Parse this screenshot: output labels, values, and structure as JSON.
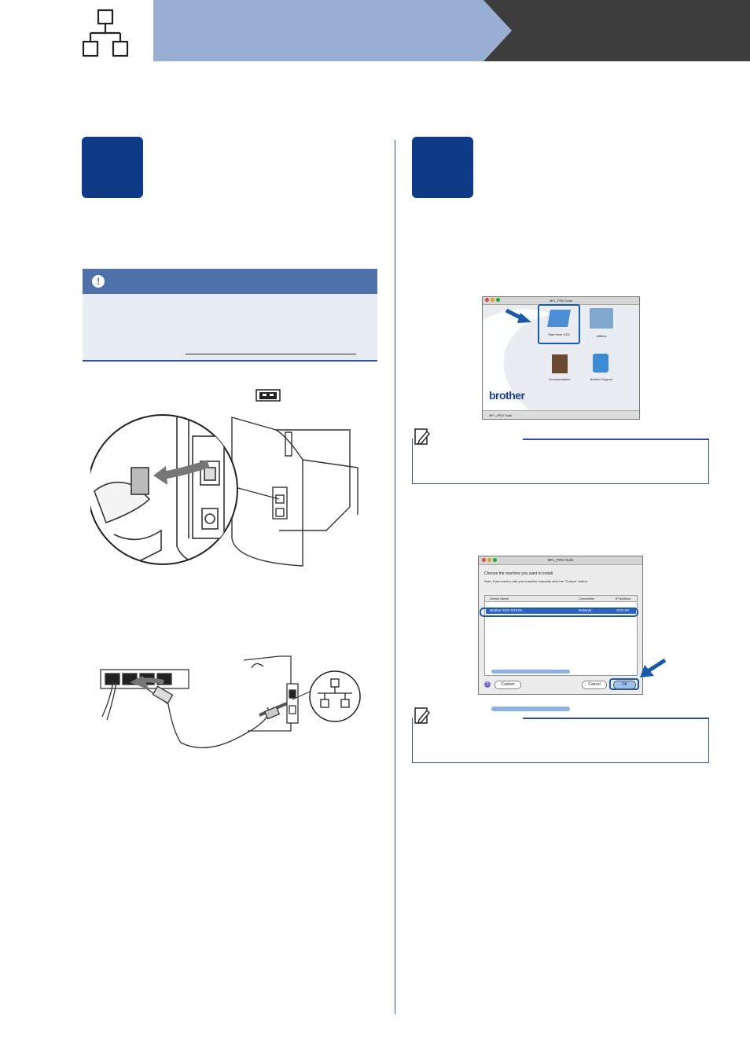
{
  "header": {
    "icon": "wired-network-icon"
  },
  "steps": {
    "left": {
      "badge_color": "#0f3a86"
    },
    "right": {
      "badge_color": "#0f3a86"
    }
  },
  "important": {
    "icon": "exclamation-icon"
  },
  "mfl_window": {
    "title": "MFL_PRO Suite",
    "items": [
      "Start Here OSX",
      "Utilities",
      "Documentation",
      "Brother Support"
    ],
    "logo": "brother",
    "status": "MFL_PRO Suite"
  },
  "install_dialog": {
    "title": "MFL_PRO Suite",
    "prompt": "Choose the machine you want to install.",
    "note": "Note: If you want to add your machine manually, click the \"Custom\" button.",
    "columns": [
      "Device Name",
      "Connection",
      "IP Address"
    ],
    "row": {
      "name": "Brother XXX-XXXXX",
      "connection": "Network",
      "ip": "XXX.XX"
    },
    "buttons": {
      "custom": "Custom",
      "cancel": "Cancel",
      "ok": "OK"
    }
  },
  "colors": {
    "accent": "#0f3a86",
    "header": "#98aed3",
    "header_dark": "#3d3d3d"
  }
}
